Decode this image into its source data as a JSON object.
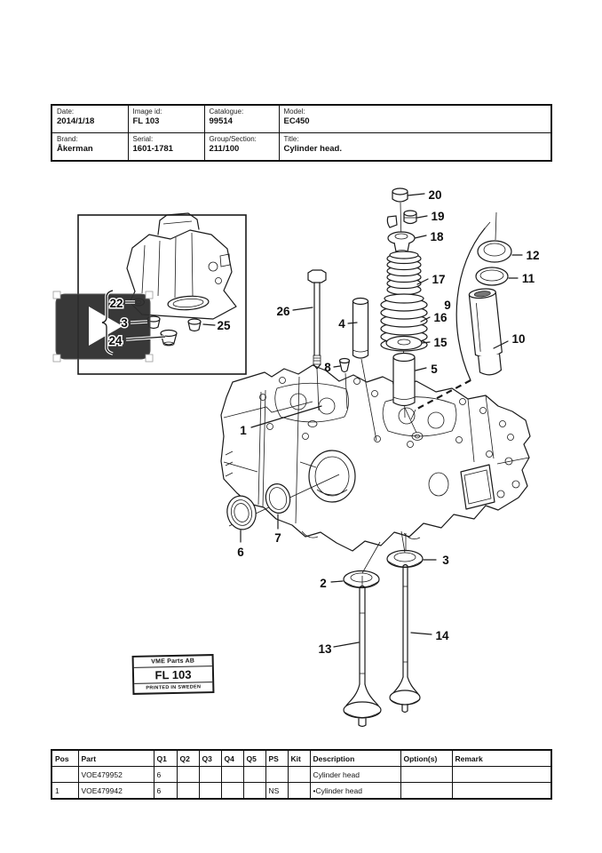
{
  "header_table": {
    "cells": [
      {
        "label": "Date:",
        "value": "2014/1/18"
      },
      {
        "label": "Image id:",
        "value": "FL 103"
      },
      {
        "label": "Catalogue:",
        "value": "99514"
      },
      {
        "label": "Model:",
        "value": "EC450"
      },
      {
        "label": "Brand:",
        "value": "Åkerman"
      },
      {
        "label": "Serial:",
        "value": "1601-1781"
      },
      {
        "label": "Group/Section:",
        "value": "211/100"
      },
      {
        "label": "Title:",
        "value": "Cylinder head."
      }
    ]
  },
  "diagram": {
    "callouts": {
      "1": "1",
      "2": "2",
      "3": "3",
      "4": "4",
      "5": "5",
      "6": "6",
      "7": "7",
      "8": "8",
      "9": "9",
      "10": "10",
      "11": "11",
      "12": "12",
      "13": "13",
      "14": "14",
      "15": "15",
      "16": "16",
      "17": "17",
      "18": "18",
      "19": "19",
      "20": "20",
      "22": "22",
      "23_visible": "3",
      "24": "24",
      "25": "25",
      "26": "26"
    }
  },
  "video_overlay": {
    "icons": {
      "play-icon": "white-triangle"
    },
    "overlay_color": "#2e2e2e"
  },
  "stamp": {
    "line1": "VME Parts AB",
    "line2": "FL 103",
    "line3": "PRINTED IN SWEDEN"
  },
  "parts_table": {
    "headers": [
      "Pos",
      "Part",
      "Q1",
      "Q2",
      "Q3",
      "Q4",
      "Q5",
      "PS",
      "Kit",
      "Description",
      "Option(s)",
      "Remark"
    ],
    "rows": [
      {
        "pos": "",
        "part": "VOE479952",
        "q1": "6",
        "q2": "",
        "q3": "",
        "q4": "",
        "q5": "",
        "ps": "",
        "kit": "",
        "description": "Cylinder head",
        "options": "",
        "remark": ""
      },
      {
        "pos": "1",
        "part": "VOE479942",
        "q1": "6",
        "q2": "",
        "q3": "",
        "q4": "",
        "q5": "",
        "ps": "NS",
        "kit": "",
        "description": "•Cylinder head",
        "options": "",
        "remark": ""
      }
    ]
  },
  "colors": {
    "line": "#1a1a1a",
    "paper": "#ffffff"
  }
}
